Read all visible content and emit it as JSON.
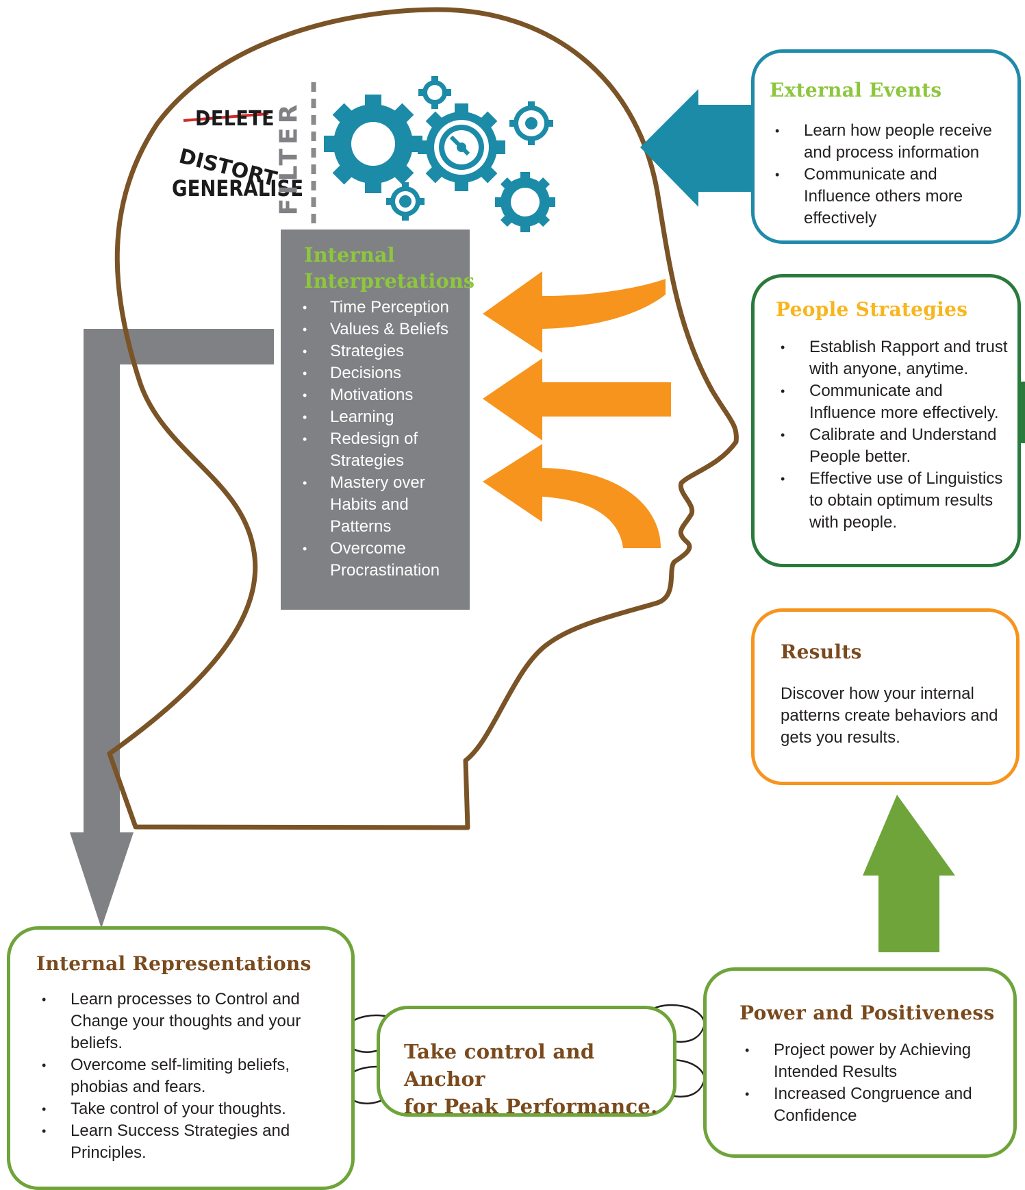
{
  "colors": {
    "head_outline": "#7a5326",
    "gear": "#1b8ba8",
    "external_border": "#1f8aaa",
    "people_border": "#2a7a3b",
    "results_border": "#f7941d",
    "green_border": "#6ea43a",
    "orange_arrow": "#f7941d",
    "green_arrow": "#6ea43a",
    "gray_arrow": "#808184",
    "title_brown": "#7a4a1d",
    "title_green": "#8dc63f",
    "title_yellow": "#f8b51d"
  },
  "filter": {
    "delete": "DELETE",
    "distort": "DISTORT",
    "generalise": "GENERALISE",
    "label": "FILTER"
  },
  "internal_interpretations": {
    "title_line1": "Internal",
    "title_line2": "Interpretations",
    "items": [
      "Time Perception",
      "Values & Beliefs",
      "Strategies",
      "Decisions",
      "Motivations",
      "Learning",
      "Redesign of Strategies",
      "Mastery over Habits and Patterns",
      "Overcome Procrastination"
    ]
  },
  "external_events": {
    "title": "External Events",
    "items": [
      "Learn how people receive and process information",
      "Communicate and Influence others more effectively"
    ]
  },
  "people_strategies": {
    "title": "People Strategies",
    "items": [
      "Establish Rapport and trust with anyone, anytime.",
      "Communicate and Influence more effectively.",
      "Calibrate and Understand People better.",
      "Effective use of Linguistics to obtain optimum results with people."
    ]
  },
  "results": {
    "title": "Results",
    "text": "Discover how your internal patterns create behaviors and gets you results."
  },
  "internal_representations": {
    "title": "Internal Representations",
    "items": [
      "Learn processes to Control and Change your thoughts and your beliefs.",
      "Overcome self-limiting beliefs, phobias and fears.",
      "Take control of your thoughts.",
      "Learn Success Strategies and Principles."
    ]
  },
  "anchor": {
    "line1": "Take control and Anchor",
    "line2": "for Peak Performance."
  },
  "power": {
    "title": "Power and Positiveness",
    "items": [
      "Project power by Achieving Intended Results",
      "Increased Congruence and Confidence"
    ]
  }
}
